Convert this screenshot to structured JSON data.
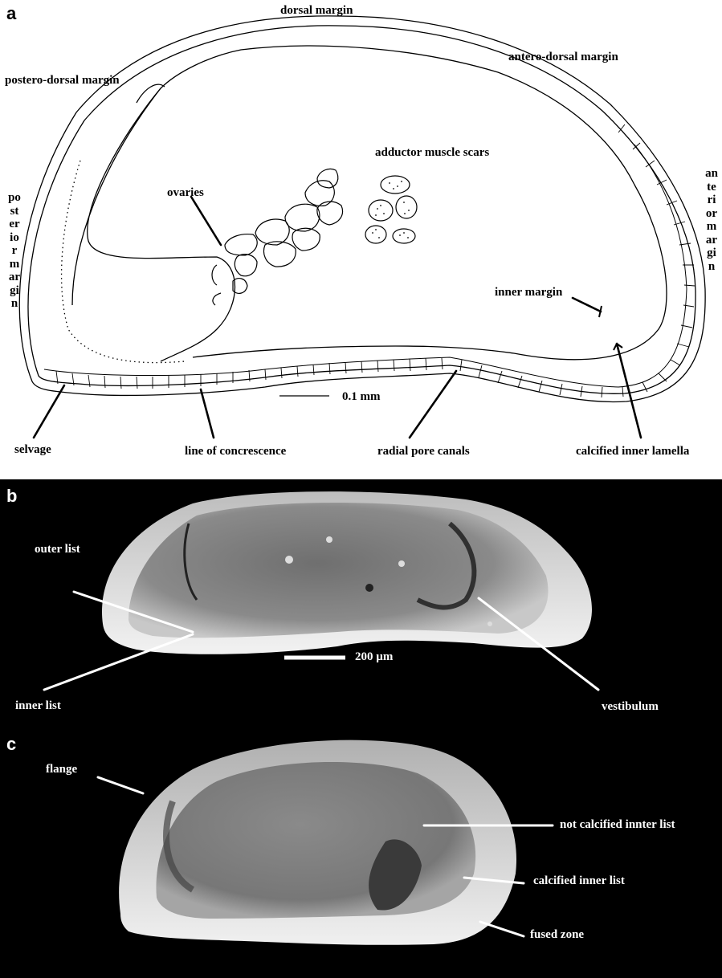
{
  "panel_a": {
    "panel_label": "a",
    "labels": {
      "dorsal_margin": "dorsal margin",
      "antero_dorsal_margin": "antero-dorsal margin",
      "postero_dorsal_margin": "postero-dorsal margin",
      "adductor_muscle_scars": "adductor muscle scars",
      "ovaries": "ovaries",
      "posterior_margin": "posterior margin",
      "anterior_margin": "anterior margin",
      "inner_margin": "inner margin",
      "scale": "0.1 mm",
      "selvage": "selvage",
      "line_of_concrescence": "line of concrescence",
      "radial_pore_canals": "radial  pore canals",
      "calcified_inner_lamella": "calcified inner lamella"
    }
  },
  "panel_b": {
    "panel_label": "b",
    "labels": {
      "outer_list": "outer list",
      "inner_list": "inner list",
      "scale": "200 µm",
      "vestibulum": "vestibulum"
    }
  },
  "panel_c": {
    "panel_label": "c",
    "labels": {
      "flange": "flange",
      "not_calcified_inner_list": "not calcified innter list",
      "calcified_inner_list": "calcified inner list",
      "fused_zone": "fused zone"
    }
  },
  "colors": {
    "line": "#000000",
    "background_a": "#ffffff",
    "background_bc": "#000000",
    "annotation_bc": "#ffffff"
  }
}
